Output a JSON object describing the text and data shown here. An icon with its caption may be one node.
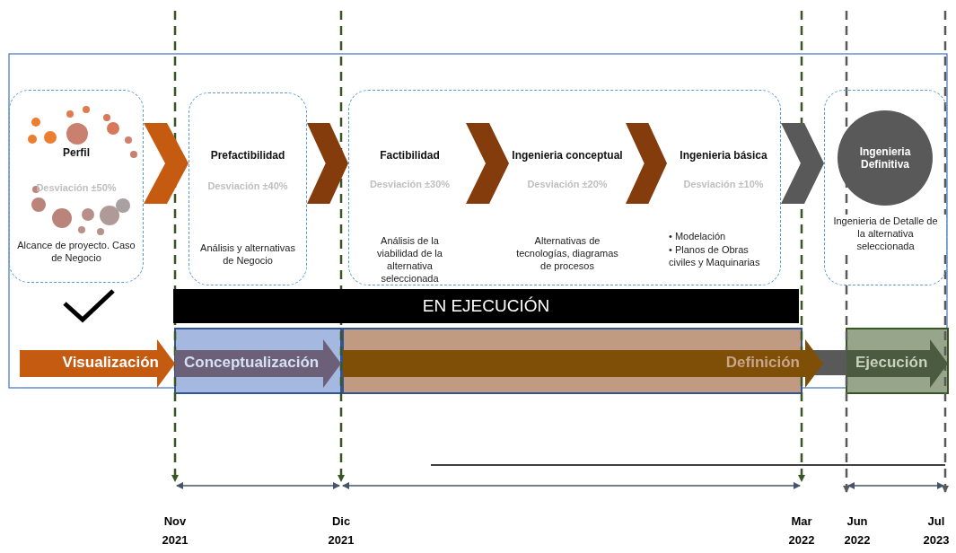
{
  "diagram": {
    "nodes": [
      {
        "text": [
          "Perfil",
          "Desviación ±50%",
          "Alcance de proyecto. Caso de Negocio"
        ]
      },
      {
        "text": [
          "Prefactibilidad",
          "Desviación ±40%",
          "Análisis y alternativas de Negocio"
        ]
      },
      {
        "text": [],
        "shape": "box"
      },
      {
        "text": [
          "Factibilidad",
          "Desviación ±30%",
          "Análisis de la viabilidad de la alternativa seleccionada"
        ],
        "in": 2
      },
      {
        "text": [
          "Ingenieria conceptual",
          "Desviación ±20%",
          "Alternativas de tecnologías, diagramas de procesos"
        ],
        "in": 2
      },
      {
        "text": [
          "Ingenieria básica",
          "Desviación ±10%",
          "• Modelación",
          "• Planos de Obras civiles y Maquinarias"
        ],
        "in": 2
      },
      {
        "text": [
          "Ingenieria de Detalle de la alternativa seleccionada"
        ]
      },
      {
        "text": [
          "Ingenieria Definitiva"
        ],
        "in": 6
      },
      {
        "text": [
          "EN EJECUCIÓN"
        ]
      },
      {
        "text": [
          "Visualización"
        ]
      },
      {
        "text": [
          "Conceptualización"
        ]
      },
      {
        "text": [
          "Definición"
        ]
      },
      {
        "text": [
          "Ejecución"
        ]
      }
    ],
    "edges": [
      {
        "from": 0,
        "to": 1,
        "arrow": "to",
        "color": "#c55a11"
      },
      {
        "from": 1,
        "to": 2,
        "arrow": "to"
      },
      {
        "from": 3,
        "to": 4,
        "arrow": "to"
      },
      {
        "from": 4,
        "to": 5,
        "arrow": "to"
      },
      {
        "from": 2,
        "to": 6,
        "arrow": "to",
        "color": "#595959"
      }
    ],
    "labels": [
      "Nov 2021",
      "Dic 2021",
      "Mar 2022",
      "Jun 2022",
      "Jul 2023"
    ]
  }
}
